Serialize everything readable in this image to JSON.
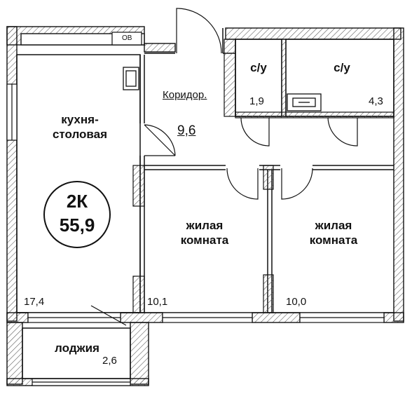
{
  "apartment": {
    "type": "2К",
    "total_area": "55,9"
  },
  "vent_label": "ОВ",
  "rooms": {
    "kitchen": {
      "name_line1": "кухня-",
      "name_line2": "столовая",
      "area": "17,4"
    },
    "corridor": {
      "name": "Коридор.",
      "area": "9,6"
    },
    "bath_small": {
      "name": "с/у",
      "area": "1,9"
    },
    "bath_large": {
      "name": "с/у",
      "area": "4,3"
    },
    "living_left": {
      "name_line1": "жилая",
      "name_line2": "комната",
      "area": "10,1"
    },
    "living_right": {
      "name_line1": "жилая",
      "name_line2": "комната",
      "area": "10,0"
    },
    "loggia": {
      "name": "лоджия",
      "area": "2,6"
    }
  },
  "colors": {
    "wall_outline": "#111111",
    "hatch": "#444444",
    "background": "#ffffff"
  }
}
